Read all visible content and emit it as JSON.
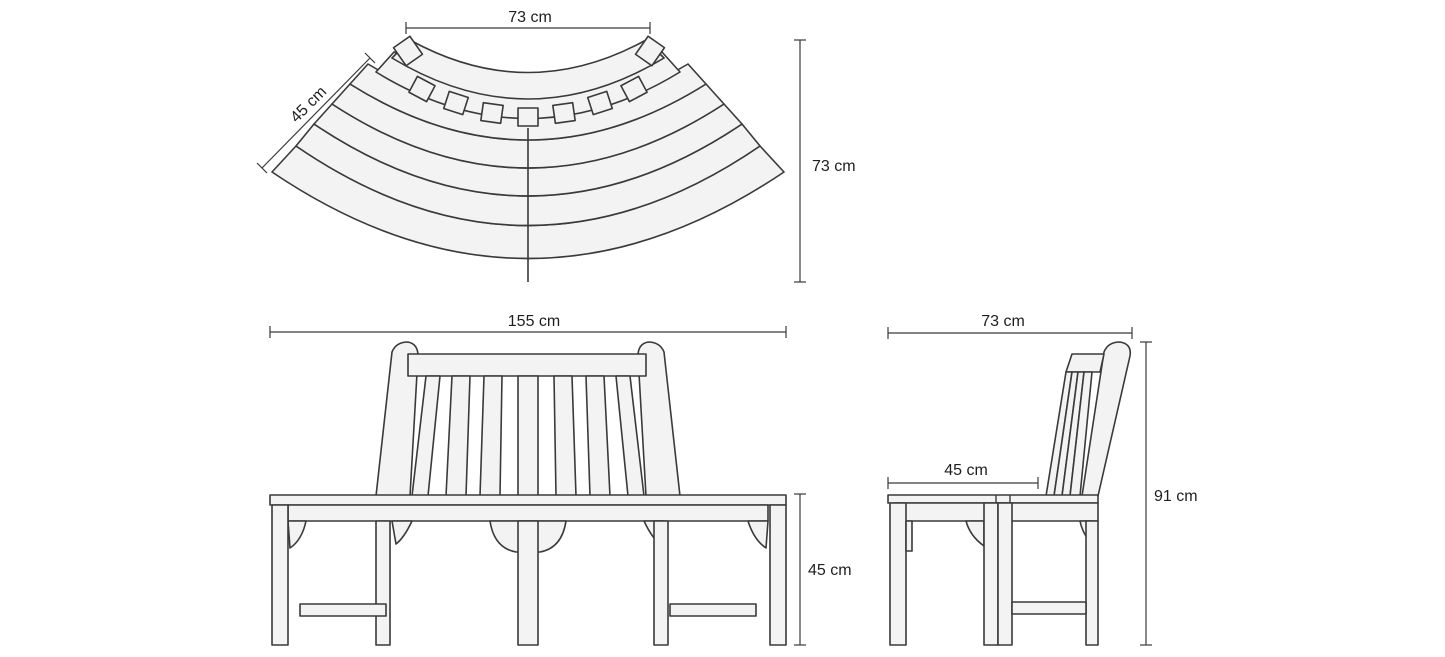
{
  "diagram": {
    "top_view": {
      "width_label": "73 cm",
      "depth_label": "73 cm",
      "seat_depth_label": "45 cm"
    },
    "front_view": {
      "width_label": "155 cm",
      "seat_height_label": "45 cm"
    },
    "side_view": {
      "depth_label": "73 cm",
      "seat_depth_label": "45 cm",
      "height_label": "91 cm"
    }
  }
}
